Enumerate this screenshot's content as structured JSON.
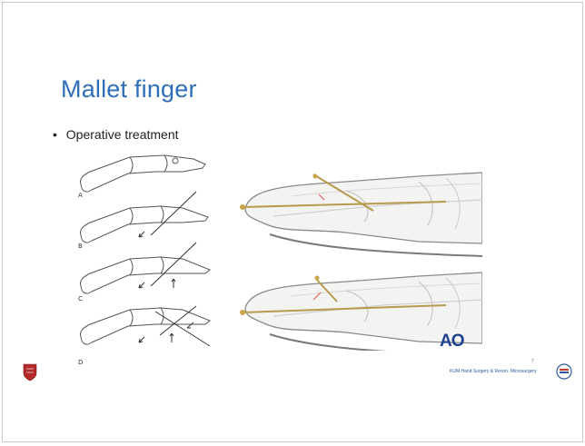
{
  "slide": {
    "title": "Mallet finger",
    "bullet": "Operative treatment",
    "bullet_marker": "•",
    "panel_labels": [
      "A",
      "B",
      "C",
      "D"
    ],
    "watermark_logo": "AO",
    "page_number": "7",
    "footer_text": "KUM Hand Surgery & Recon. Microsurgery",
    "left_logo_icon": "university-shield-icon",
    "right_logo_icon": "hand-surgery-emblem-icon"
  },
  "colors": {
    "title": "#2f6fba",
    "shield": "#b22a2a",
    "ao_logo": "#1f3f8f",
    "wire": "#b79a4e"
  }
}
